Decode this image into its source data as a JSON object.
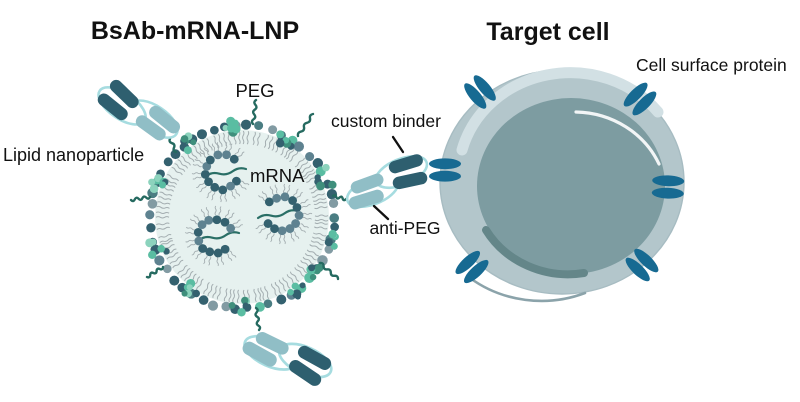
{
  "diagram": {
    "titles": {
      "lnp_panel": "BsAb-mRNA-LNP",
      "cell_panel": "Target cell"
    },
    "labels": {
      "peg": "PEG",
      "lipid_nanoparticle": "Lipid nanoparticle",
      "mrna": "mRNA",
      "custom_binder": "custom binder",
      "anti_peg": "anti-PEG",
      "cell_surface_protein": "Cell surface protein"
    },
    "graphics": [
      "bispecific-antibody",
      "lipid-nanoparticle",
      "mrna-lipid-complex",
      "peg-chain",
      "target-cell",
      "cell-surface-protein"
    ],
    "colors": {
      "background": "#ffffff",
      "text": "#111111",
      "leader_line": "#111111",
      "antibody_dark": "#2e5f6f",
      "antibody_light": "#90bec6",
      "antibody_outline": "#a6dce0",
      "lnp_interior": "#e6f1ef",
      "lipid_dark": "#34616f",
      "lipid_slate": "#5e8290",
      "lipid_gray": "#829ba3",
      "lipid_teal": "#4a7d82",
      "lipid_mint": "#5abda2",
      "lipid_mint_light": "#8cd3bd",
      "lipid_tail": "#a3adb0",
      "peg_chain": "#256a60",
      "mrna_strand": "#2a6f66",
      "cell_membrane": "#b3c6cb",
      "cell_membrane_highlight": "#d2e0e4",
      "cell_membrane_shadow": "#8ba3aa",
      "cell_membrane_outline": "#a7bcc2",
      "cell_cytoplasm": "#7d9ca1",
      "cell_cytoplasm_shadow": "#648689",
      "cell_cytoplasm_highlight": "#ffffff",
      "surface_protein": "#176a92"
    }
  }
}
